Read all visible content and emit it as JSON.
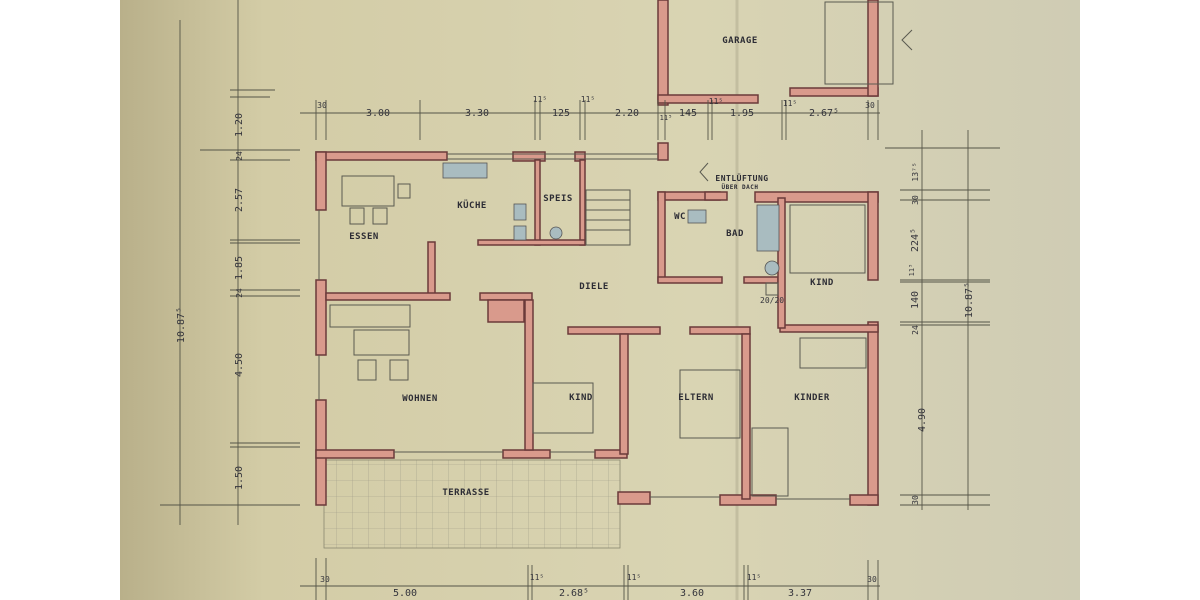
{
  "colors": {
    "paper": "#d8d2ae",
    "wall_fill": "#d99a8c",
    "wall_outline": "#6b3a3a",
    "fixture": "#a9bcc0"
  },
  "rooms": {
    "garage": "GARAGE",
    "kueche": "KÜCHE",
    "speis": "SPEIS",
    "essen": "ESSEN",
    "wc": "WC",
    "bad": "BAD",
    "kind_ne": "KIND",
    "diele": "DIELE",
    "wohnen": "WOHNEN",
    "kind_s": "KIND",
    "eltern": "ELTERN",
    "kinder": "KINDER",
    "terrasse": "TERRASSE"
  },
  "notes": {
    "ventilation_1": "ENTLÜFTUNG",
    "ventilation_2": "ÜBER DACH",
    "chimney": "20/20"
  },
  "dimensions": {
    "top": [
      "30",
      "3.00",
      "3.30",
      "11⁵",
      "125",
      "11⁵",
      "2.20",
      "11⁵",
      "145",
      "11⁵",
      "1.95",
      "11⁵",
      "2.67⁵",
      "30"
    ],
    "right": [
      "13⁷⁵",
      "30",
      "224⁵",
      "11⁵",
      "140",
      "24",
      "4.90",
      "30"
    ],
    "right_total": "10.87⁵",
    "left": [
      "1.20",
      "24",
      "2.57",
      "1.85",
      "24",
      "4.50",
      "1.50"
    ],
    "left_total": "10.87⁵",
    "bottom": [
      "30",
      "5.00",
      "11⁵",
      "2.68⁵",
      "11⁵",
      "3.60",
      "11⁵",
      "3.37",
      "30"
    ]
  }
}
